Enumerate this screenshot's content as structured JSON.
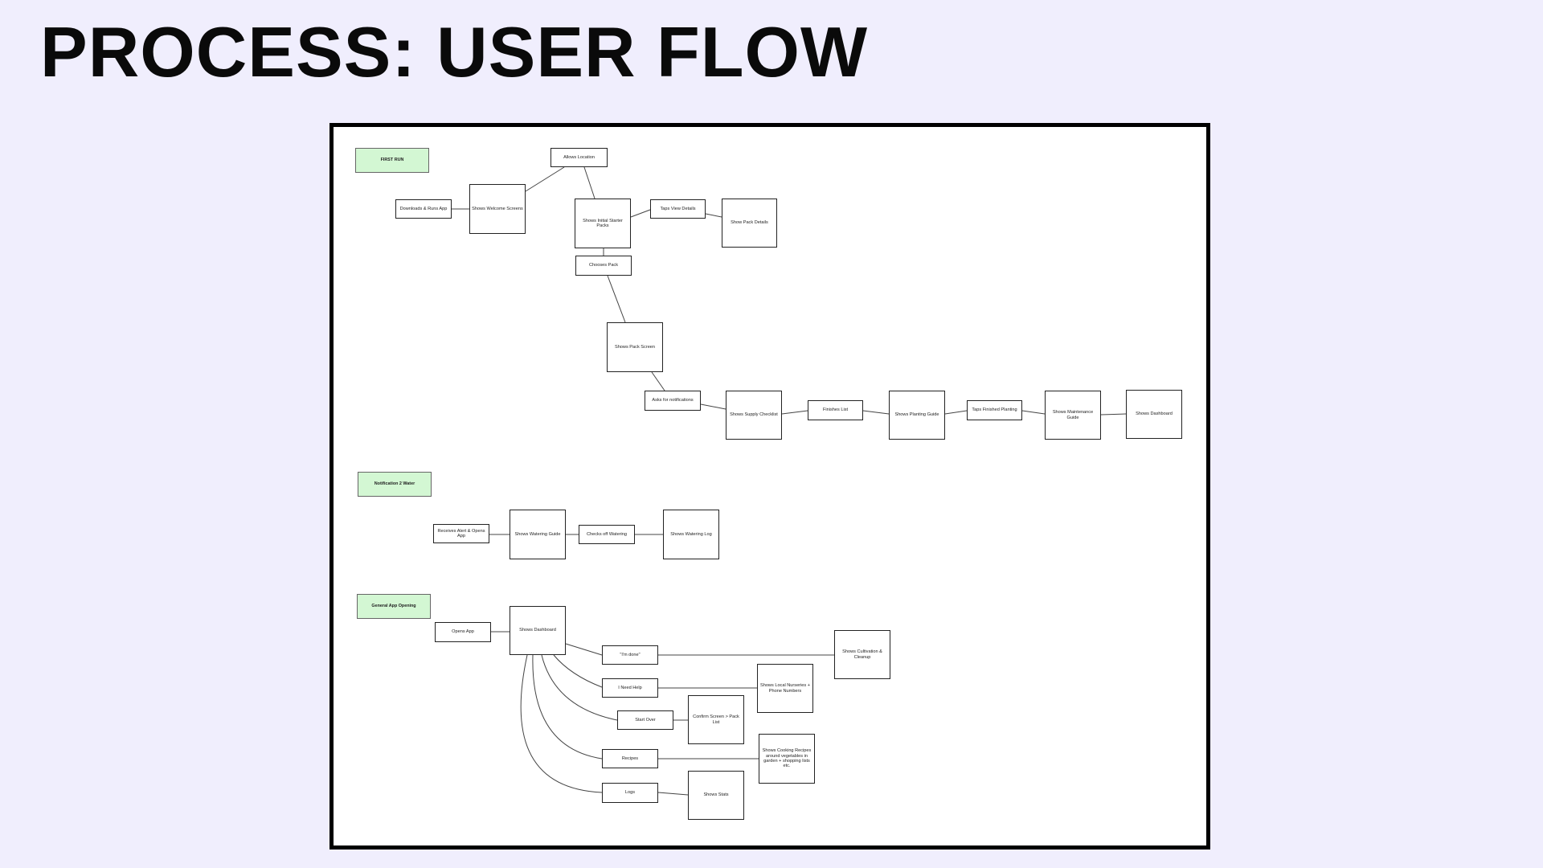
{
  "title": "PROCESS: USER FLOW",
  "sections": {
    "first_run": "FIRST RUN",
    "notification": "Notification 2 Water",
    "general": "General App Opening"
  },
  "nodes": {
    "downloads_runs_app": "Downloads & Runs App",
    "shows_welcome_screens": "Shows Welcome Screens",
    "allows_location": "Allows Location",
    "shows_initial_starter_packs": "Shows Initial Starter Packs",
    "taps_view_details": "Taps View Details",
    "show_pack_details": "Show Pack Details",
    "chooses_pack": "Chooses Pack",
    "shows_pack_screen": "Shows Pack Screen",
    "asks_for_notifications": "Asks for notifications",
    "shows_supply_checklist": "Shows Supply Checklist",
    "finishes_list": "Finishes List",
    "shows_planting_guide": "Shows Planting Guide",
    "taps_finished_planting": "Taps Finished Planting",
    "shows_maintenance_guide": "Shows Maintenance Guide",
    "shows_dashboard_first": "Shows Dashboard",
    "receives_alert_opens_app": "Receives Alert & Opens App",
    "shows_watering_guide": "Shows Watering Guide",
    "checks_off_watering": "Checks off Watering",
    "shows_watering_log": "Shows Watering Log",
    "opens_app": "Opens App",
    "shows_dashboard": "Shows Dashboard",
    "im_done": "\"I'm done\"",
    "shows_cultivation_cleanup": "Shows Cultivation & Cleanup",
    "i_need_help": "I Need Help",
    "shows_local_nurseries": "Shows Local Nurseries + Phone Numbers",
    "start_over": "Start Over",
    "confirm_screen_pack_list": "Confirm Screen > Pack List",
    "recipes": "Recipes",
    "shows_cooking_recipes": "Shows Cooking Recipes around vegetables in garden + shopping lists etc.",
    "logs": "Logs",
    "shows_stats": "Shows Stats"
  }
}
